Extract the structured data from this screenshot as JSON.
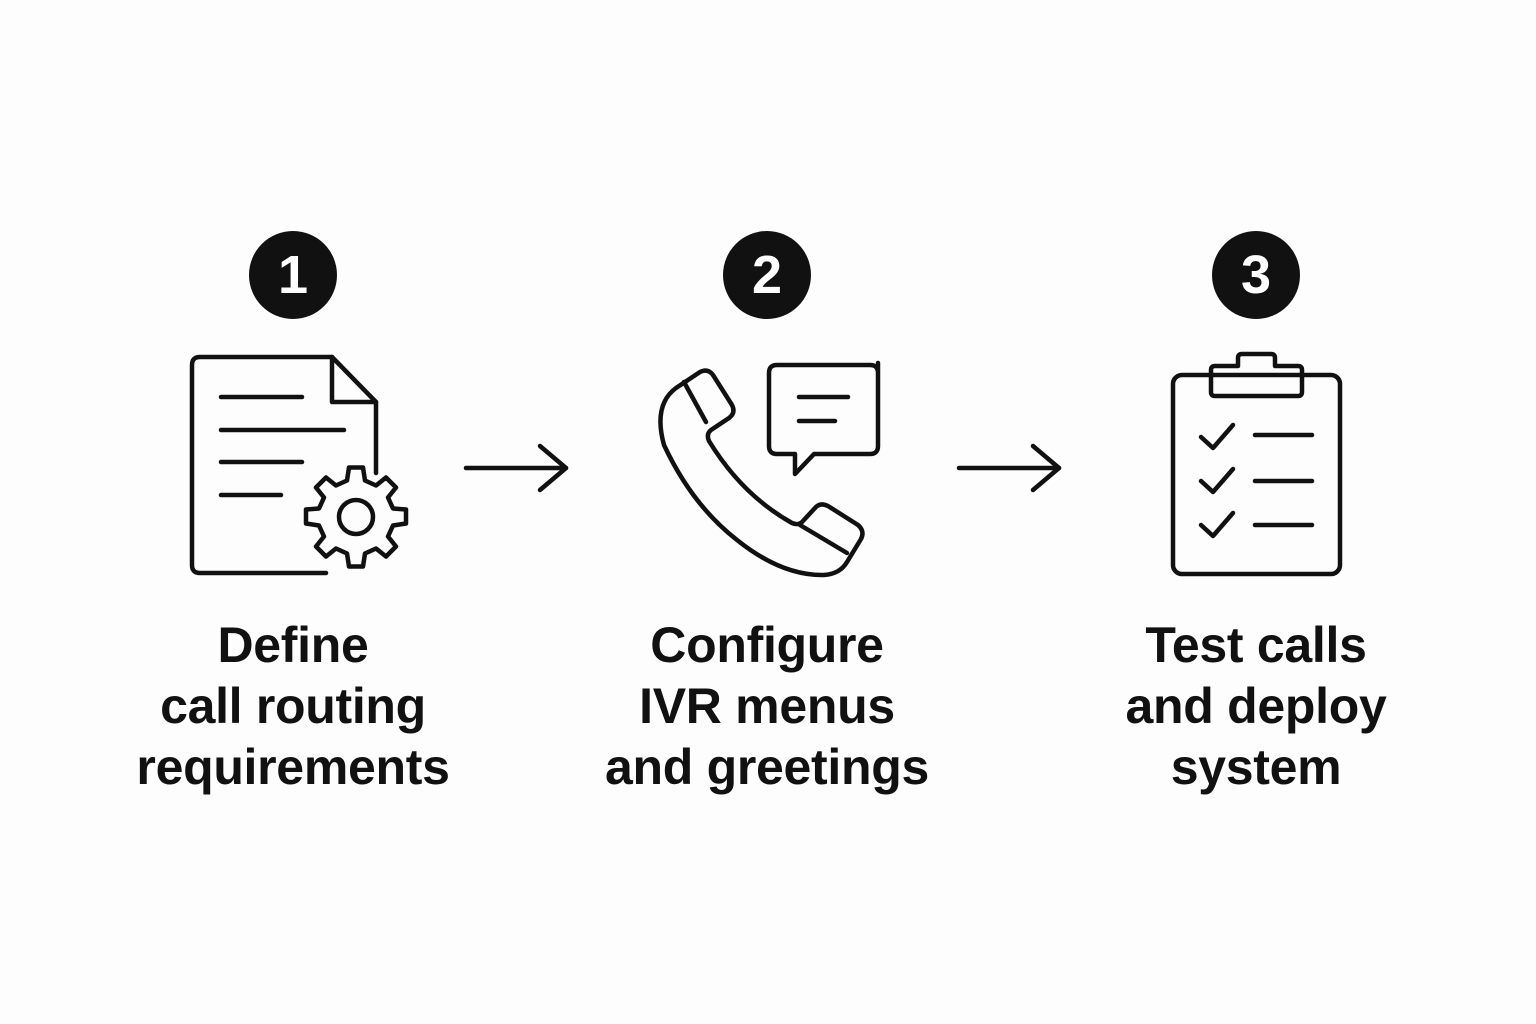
{
  "steps": [
    {
      "number": "1",
      "icon": "document-gear-icon",
      "lines": [
        "Define",
        "call routing",
        "requirements"
      ]
    },
    {
      "number": "2",
      "icon": "phone-chat-icon",
      "lines": [
        "Configure",
        "IVR menus",
        "and greetings"
      ]
    },
    {
      "number": "3",
      "icon": "clipboard-checklist-icon",
      "lines": [
        "Test calls",
        "and deploy",
        "system"
      ]
    }
  ],
  "connectors": [
    "arrow-right-icon",
    "arrow-right-icon"
  ],
  "colors": {
    "background": "#fdfdfd",
    "ink": "#111111",
    "badge_text": "#ffffff"
  }
}
